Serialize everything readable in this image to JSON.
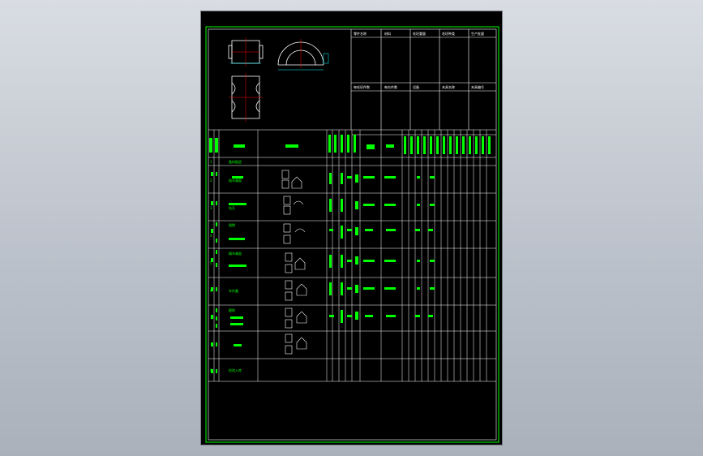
{
  "sheet": {
    "header_labels": [
      "零件名称",
      "材料",
      "毛坯重量",
      "毛坯种类",
      "生产批量",
      "每毛坯件数",
      "每台件数",
      "设备",
      "夹具名称",
      "夹具编号"
    ],
    "row_labels": [
      "备料锻造",
      "粗车端面",
      "钻孔",
      "粗镗",
      "精车端面",
      "车外圆",
      "磨削",
      "检验入库"
    ],
    "step_numbers": [
      "1",
      "2",
      "3",
      "4",
      "5",
      "6",
      "7",
      "8"
    ]
  },
  "colors": {
    "paper": "#000000",
    "border": "#00ff00",
    "grid": "#ffffff",
    "centerline": "#ff0000",
    "dim": "#00ffff"
  }
}
